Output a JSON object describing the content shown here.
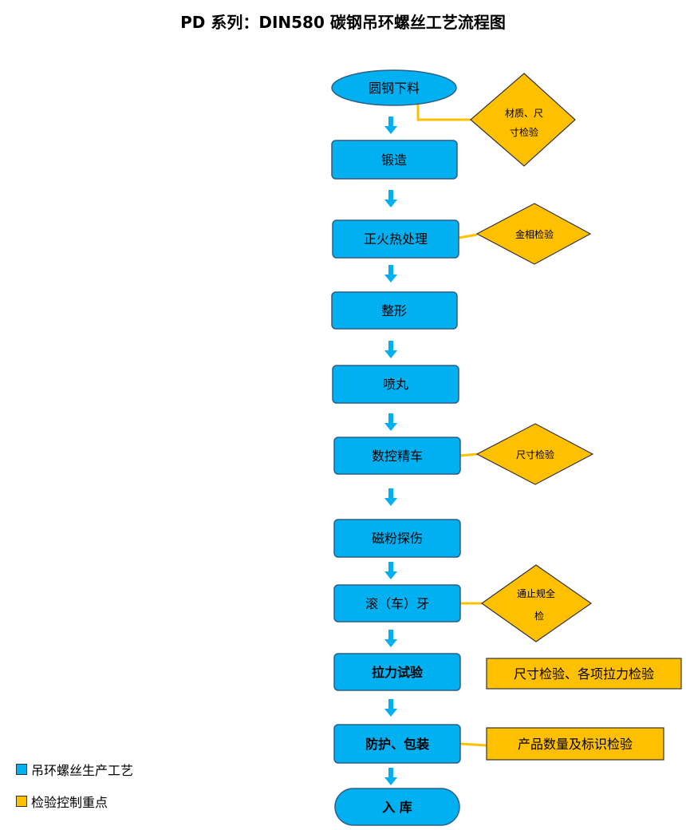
{
  "title": "PD 系列：DIN580 碳钢吊环螺丝工艺流程图",
  "colors": {
    "process": "#00B0F0",
    "check": "#FFC000",
    "stroke": "#2E5E86",
    "connector": "#FFC000",
    "arrow": "#00B0F0"
  },
  "steps": [
    {
      "label": "圆钢下料"
    },
    {
      "label": "锻造"
    },
    {
      "label": "正火热处理"
    },
    {
      "label": "整形"
    },
    {
      "label": "喷丸"
    },
    {
      "label": "数控精车"
    },
    {
      "label": "磁粉探伤"
    },
    {
      "label": "滚（车）牙"
    },
    {
      "label": "拉力试验"
    },
    {
      "label": "防护、包装"
    },
    {
      "label": "入 库"
    }
  ],
  "checks": [
    {
      "line1": "材质、尺",
      "line2": "寸检验"
    },
    {
      "line1": "金相检验",
      "line2": ""
    },
    {
      "line1": "尺寸检验",
      "line2": ""
    },
    {
      "line1": "通止规全",
      "line2": "检"
    },
    {
      "line1": "尺寸检验、各项拉力检验",
      "line2": ""
    },
    {
      "line1": "产品数量及标识检验",
      "line2": ""
    }
  ],
  "legend": [
    {
      "label": "吊环螺丝生产工艺",
      "color": "#00B0F0"
    },
    {
      "label": "检验控制重点",
      "color": "#FFC000"
    }
  ]
}
